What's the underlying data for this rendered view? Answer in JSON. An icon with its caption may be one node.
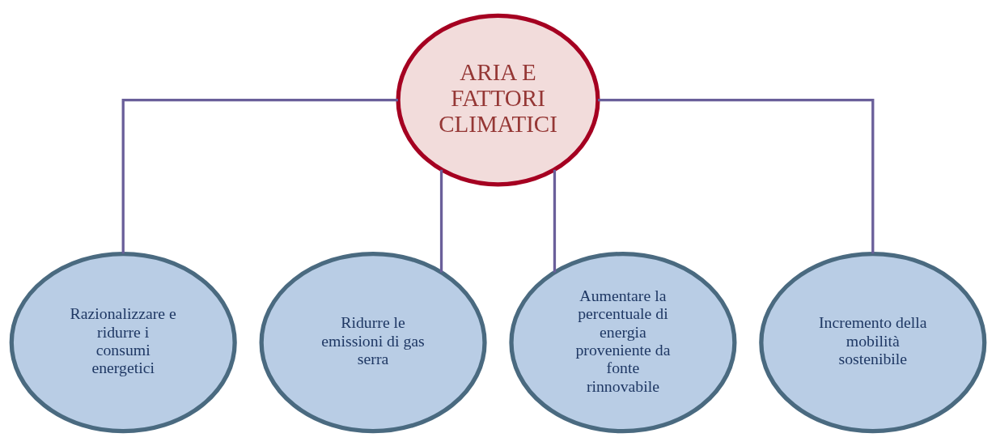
{
  "diagram": {
    "nodes": [
      {
        "text": [
          "ARIA E FATTORI CLIMATICI"
        ]
      },
      {
        "text": [
          "Razionalizzare e ridurre i consumi energetici"
        ]
      },
      {
        "text": [
          "Ridurre le emissioni di gas serra"
        ]
      },
      {
        "text": [
          "Aumentare la percentuale di energia proveniente da fonte rinnovabile"
        ]
      },
      {
        "text": [
          "Incremento della mobilità sostenibile"
        ]
      }
    ],
    "edges": [
      {
        "from": 0,
        "to": 1,
        "arrow": "none"
      },
      {
        "from": 0,
        "to": 2,
        "arrow": "none"
      },
      {
        "from": 0,
        "to": 3,
        "arrow": "none"
      },
      {
        "from": 0,
        "to": 4,
        "arrow": "none"
      }
    ]
  }
}
